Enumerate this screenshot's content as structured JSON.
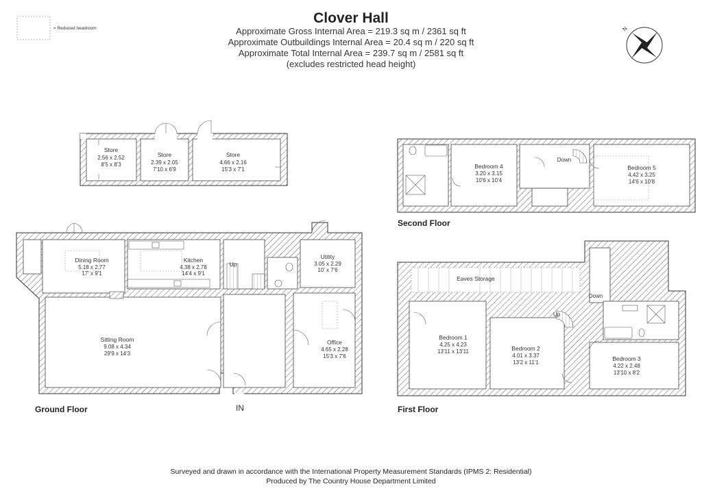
{
  "title": "Clover Hall",
  "areas": [
    "Approximate Gross Internal Area = 219.3 sq m / 2361 sq ft",
    "Approximate Outbuildings Internal Area = 20.4 sq m / 220 sq ft",
    "Approximate Total Internal Area = 239.7 sq m / 2581 sq ft",
    "(excludes restricted head height)"
  ],
  "legend": {
    "label": "= Reduced headroom"
  },
  "compass": {
    "label": "N"
  },
  "floors": {
    "ground": "Ground Floor",
    "first": "First Floor",
    "second": "Second Floor"
  },
  "entrance": "IN",
  "outbuildings": {
    "store1": {
      "name": "Store",
      "metric": "2.56 x 2.52",
      "imperial": "8'5 x 8'3"
    },
    "store2": {
      "name": "Store",
      "metric": "2.39 x 2.05",
      "imperial": "7'10 x 6'9"
    },
    "store3": {
      "name": "Store",
      "metric": "4.66 x 2.16",
      "imperial": "15'3 x 7'1"
    }
  },
  "ground_rooms": {
    "dining": {
      "name": "Dining Room",
      "metric": "5.18 x 2.77",
      "imperial": "17' x 9'1"
    },
    "kitchen": {
      "name": "Kitchen",
      "metric": "4.38 x 2.78",
      "imperial": "14'4 x 9'1"
    },
    "utility": {
      "name": "Utility",
      "metric": "3.05 x 2.29",
      "imperial": "10' x 7'6"
    },
    "sitting": {
      "name": "Sitting Room",
      "metric": "9.08 x 4.34",
      "imperial": "29'9 x 14'3"
    },
    "office": {
      "name": "Office",
      "metric": "4.65 x 2.28",
      "imperial": "15'3 x 7'6"
    },
    "up": "Up"
  },
  "first_rooms": {
    "eaves": "Eaves Storage",
    "bed1": {
      "name": "Bedroom 1",
      "metric": "4.25 x 4.23",
      "imperial": "13'11 x 13'11"
    },
    "bed2": {
      "name": "Bedroom 2",
      "metric": "4.01 x 3.37",
      "imperial": "13'2 x 11'1"
    },
    "bed3": {
      "name": "Bedroom 3",
      "metric": "4.22 x 2.48",
      "imperial": "13'10 x 8'2"
    },
    "up": "Up",
    "down": "Down"
  },
  "second_rooms": {
    "bed4": {
      "name": "Bedroom 4",
      "metric": "3.20 x 3.15",
      "imperial": "10'6 x 10'4"
    },
    "bed5": {
      "name": "Bedroom 5",
      "metric": "4.42 x 3.25",
      "imperial": "14'6 x 10'8"
    },
    "down": "Down"
  },
  "footer": [
    "Surveyed and drawn in accordance with the International Property Measurement Standards (IPMS 2: Residential)",
    "Produced by The Country House Department Limited"
  ]
}
